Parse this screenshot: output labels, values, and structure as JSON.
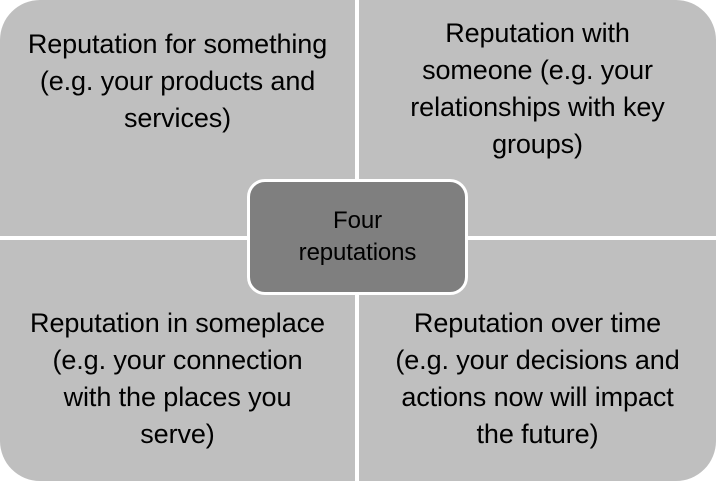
{
  "diagram": {
    "title": "Four reputations",
    "colors": {
      "quadrant_fill": "#BFBFBF",
      "center_fill": "#7F7F7F",
      "divider": "#FFFFFF",
      "text": "#000000"
    },
    "center": {
      "label_line1": "Four",
      "label_line2": "reputations",
      "label": "Four reputations"
    },
    "quadrants": [
      {
        "position": "top-left",
        "text": "Reputation for something (e.g. your products and services)"
      },
      {
        "position": "top-right",
        "text": "Reputation with someone (e.g. your relationships with key groups)"
      },
      {
        "position": "bottom-left",
        "text": "Reputation in someplace (e.g. your connection with the places you serve)"
      },
      {
        "position": "bottom-right",
        "text": "Reputation over time (e.g. your decisions and actions now will impact the future)"
      }
    ]
  }
}
